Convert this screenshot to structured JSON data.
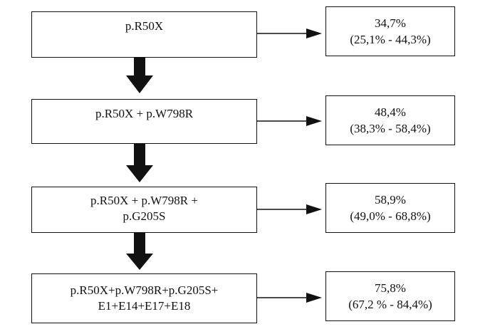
{
  "steps": [
    {
      "lines": [
        "p.R50X"
      ]
    },
    {
      "lines": [
        "p.R50X + p.W798R"
      ]
    },
    {
      "lines": [
        "p.R50X + p.W798R +",
        "p.G205S"
      ]
    },
    {
      "lines": [
        "p.R50X+p.W798R+p.G205S+",
        "E1+E14+E17+E18"
      ]
    }
  ],
  "results": [
    {
      "value": "34,7%",
      "range": "(25,1% - 44,3%)"
    },
    {
      "value": "48,4%",
      "range": "(38,3% - 58,4%)"
    },
    {
      "value": "58,9%",
      "range": "(49,0% - 68,8%)"
    },
    {
      "value": "75,8%",
      "range": "(67,2 % - 84,4%)"
    }
  ]
}
